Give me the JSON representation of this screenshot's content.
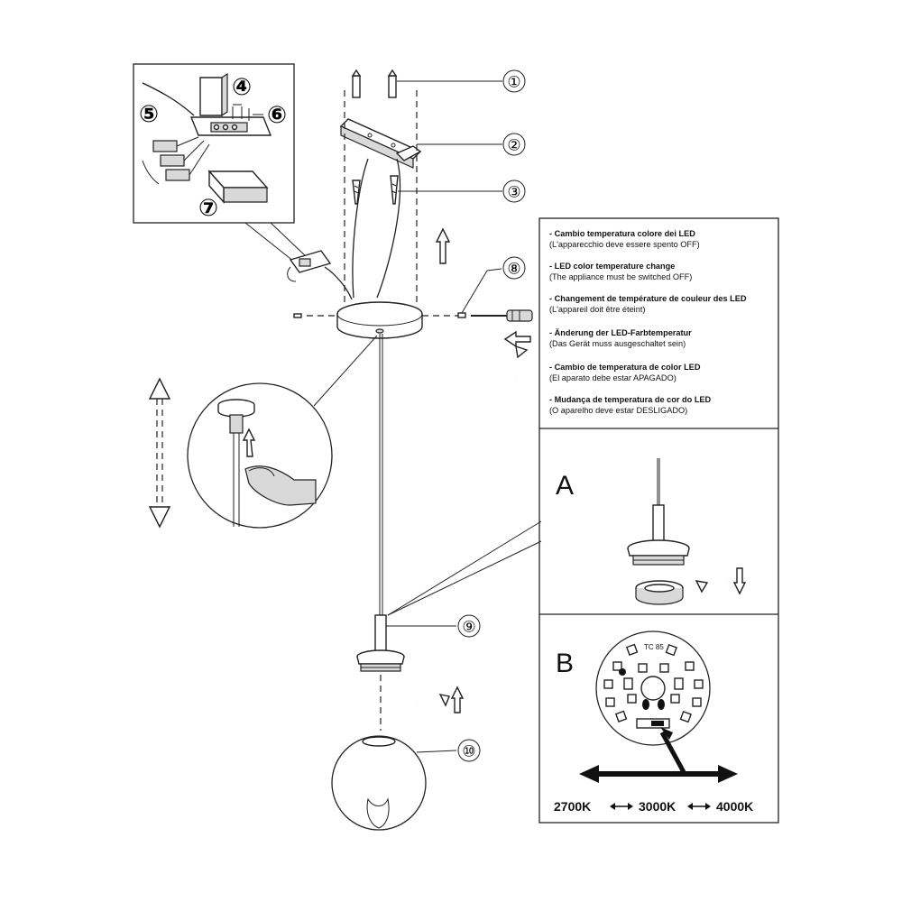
{
  "callouts": [
    "①",
    "②",
    "③",
    "⑧",
    "⑨",
    "⑩"
  ],
  "detail_callouts": [
    "④",
    "⑤",
    "⑥",
    "⑦"
  ],
  "notes": [
    {
      "title": "- Cambio temperatura colore dei LED",
      "sub": "(L'apparecchio deve essere spento OFF)"
    },
    {
      "title": "- LED color temperature change",
      "sub": "(The appliance must be switched OFF)"
    },
    {
      "title": "- Changement de température de couleur des LED",
      "sub": "(L'appareil doit être éteint)"
    },
    {
      "title": "- Änderung der LED-Farbtemperatur",
      "sub": "(Das Gerät muss ausgeschaltet sein)"
    },
    {
      "title": "- Cambio de temperatura de color LED",
      "sub": "(El aparato debe estar APAGADO)"
    },
    {
      "title": "- Mudança de temperatura de cor do LED",
      "sub": "(O aparelho deve estar DESLIGADO)"
    }
  ],
  "panels": {
    "a": "A",
    "b": "B"
  },
  "pcb_label": "TC 85",
  "temperatures": [
    "2700K",
    "3000K",
    "4000K"
  ],
  "icons": [
    "arrow-up-icon",
    "arrow-left-icon",
    "rotate-icon",
    "double-arrow-icon",
    "screwdriver-icon",
    "finger-icon"
  ]
}
